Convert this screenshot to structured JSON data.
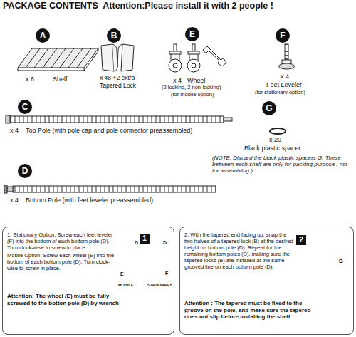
{
  "diagram": {
    "title": "PACKAGE CONTENTS  Attention:Please install it with 2 people !",
    "nodes": [
      {
        "text": [
          "A"
        ]
      },
      {
        "text": [
          "B"
        ]
      },
      {
        "text": [
          "E"
        ]
      },
      {
        "text": [
          "F"
        ]
      },
      {
        "text": [
          "C"
        ]
      },
      {
        "text": [
          "G"
        ]
      },
      {
        "text": [
          "D"
        ]
      },
      {
        "text": [
          "1. Stationary Option: Screw each feet leveler (F) into the bottom of each bottom pole (D). Turn clock-wise to screw in place.",
          "Mobile Option: Screw each wheel (E) into the bottom of each bottom pole (D). Turn clock-wise to screw in place.",
          "Attention: The wheel (E) must be fully screwed to the botton pole (D) by wrench"
        ]
      },
      {
        "text": [
          "1"
        ],
        "in": 7
      },
      {
        "text": [
          "2. With the tapered end facing up, snap the two halves of a tapered lock (B) at the desired height on bottom pole (D). Repeat for the remaining bottom poles (D), making sure the tapered locks (B) are installed at the same grooved line on each bottom pole (D).",
          "Attention : The tapered must be fixed to the groove on the pole, and make sure the tapered does not slip before installing the shelf"
        ]
      },
      {
        "text": [
          "2"
        ],
        "in": 9
      }
    ],
    "labels": [
      "x 6",
      "Shelf",
      "x 48 +2 extra",
      "Tapered Lock",
      "x 4",
      "Wheel",
      "(2 locking, 2 non-locking)",
      "(for mobile option)",
      "x 4",
      "Feet Leveler",
      "(for stationary option)",
      "x 4",
      "Top Pole (with pole cap and pole connector preassembled)",
      "x 20",
      "Black plastic spacer",
      "(NOTE: Discard the black plastic spacers G. These between each shelf are only for packing purpose , not for assembling.)",
      "x 4",
      "Bottom Pole (with feet leveler preassembled)",
      "D",
      "E",
      "D",
      "F",
      "MOBILE",
      "STATIONARY",
      "B"
    ]
  }
}
